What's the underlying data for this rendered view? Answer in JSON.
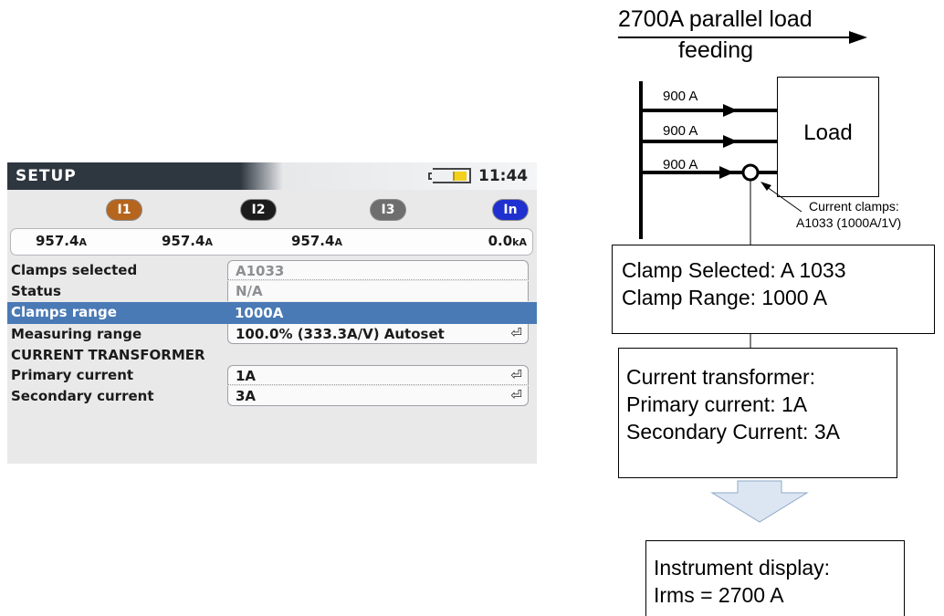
{
  "screen": {
    "title": "SETUP",
    "time": "11:44",
    "channels": [
      {
        "label": "I1",
        "color": "#b5651d"
      },
      {
        "label": "I2",
        "color": "#1c1c1c"
      },
      {
        "label": "I3",
        "color": "#6e6e6e"
      },
      {
        "label": "In",
        "color": "#1f2fd0"
      }
    ],
    "values": [
      {
        "num": "957.4",
        "unit": "A"
      },
      {
        "num": "957.4",
        "unit": "A"
      },
      {
        "num": "957.4",
        "unit": "A"
      },
      {
        "num": "0.0",
        "unit": "kA"
      }
    ],
    "rows": {
      "clamps_selected": {
        "label": "Clamps selected",
        "value": "A1033"
      },
      "status": {
        "label": "Status",
        "value": "N/A"
      },
      "clamps_range": {
        "label": "Clamps range",
        "value": "1000A"
      },
      "measuring_range": {
        "label": "Measuring range",
        "value": "100.0% (333.3A/V) Autoset"
      },
      "ct_section": "CURRENT TRANSFORMER",
      "primary_current": {
        "label": "Primary current",
        "value": "1A"
      },
      "secondary_current": {
        "label": "Secondary current",
        "value": "3A"
      }
    },
    "enter_symbol": "⏎",
    "highlight_color": "#4a7ab5",
    "battery_color": "#f2d01c"
  },
  "diagram": {
    "title": "2700A parallel load",
    "title_line2": "feeding",
    "branch_currents": [
      "900 A",
      "900 A",
      "900 A"
    ],
    "load_label": "Load",
    "clamp_note_line1": "Current clamps:",
    "clamp_note_line2": "A1033 (1000A/1V)",
    "box1": [
      "Clamp Selected: A 1033",
      "Clamp Range: 1000 A"
    ],
    "box2": [
      "Current transformer:",
      "Primary current: 1A",
      "Secondary Current: 3A"
    ],
    "box3": [
      "Instrument display:",
      "Irms = 2700 A"
    ],
    "arrow_fill": "#dce6f2",
    "arrow_stroke": "#8fa8c8"
  }
}
